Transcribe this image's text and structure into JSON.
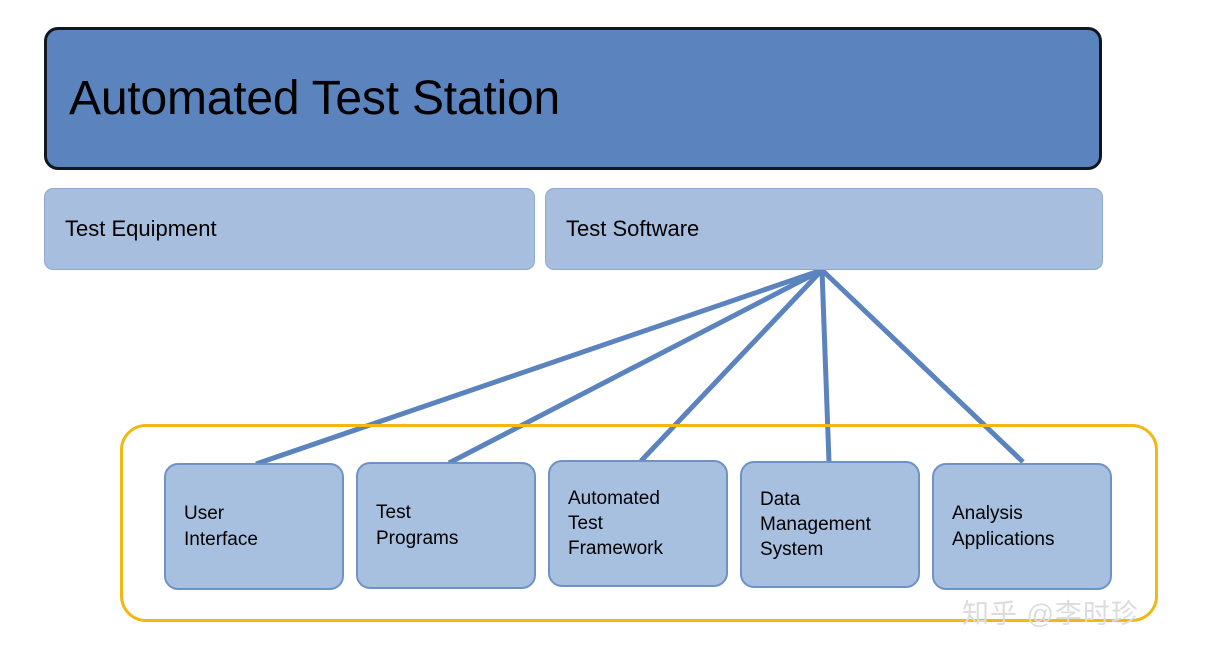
{
  "diagram": {
    "title_node": {
      "label": "Automated Test Station"
    },
    "level2_nodes": [
      {
        "label": "Test Equipment"
      },
      {
        "label": "Test Software"
      }
    ],
    "leaf_nodes": [
      {
        "label": "User\nInterface"
      },
      {
        "label": "Test\nPrograms"
      },
      {
        "label": "Automated\nTest\nFramework"
      },
      {
        "label": "Data\nManagement\nSystem"
      },
      {
        "label": "Analysis\nApplications"
      }
    ],
    "colors": {
      "title_fill": "#5B84BE",
      "title_border": "#12161E",
      "level2_fill": "#A7BEDE",
      "leaf_fill": "#A8C0DF",
      "leaf_border": "#6E92C4",
      "connector": "#5B84BE",
      "group_frame": "#F2B713",
      "watermark": "#DCDCDC"
    }
  },
  "watermark": {
    "text": "知乎 @李时珍"
  }
}
